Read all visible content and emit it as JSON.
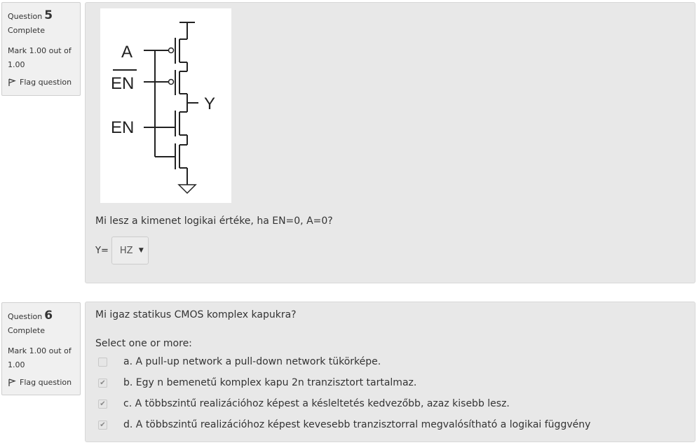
{
  "q5": {
    "label": "Question",
    "number": "5",
    "state": "Complete",
    "grade": "Mark 1.00 out of 1.00",
    "flag": "Flag question",
    "figure": {
      "a": "A",
      "en_bar": "EN",
      "en": "EN",
      "y": "Y"
    },
    "text": "Mi lesz a kimenet logikai értéke, ha EN=0, A=0?",
    "answer_prefix": "Y=",
    "select_value": "HZ"
  },
  "q6": {
    "label": "Question",
    "number": "6",
    "state": "Complete",
    "grade": "Mark 1.00 out of 1.00",
    "flag": "Flag question",
    "text": "Mi igaz statikus CMOS komplex kapukra?",
    "prompt": "Select one or more:",
    "options": [
      {
        "label": "a. A pull-up network a pull-down network tükörképe.",
        "checked": false
      },
      {
        "label": "b. Egy n bemenetű komplex kapu 2n tranzisztort tartalmaz.",
        "checked": true
      },
      {
        "label": "c. A többszintű realizációhoz képest a késleltetés kedvezőbb, azaz kisebb lesz.",
        "checked": true
      },
      {
        "label": "d. A többszintű realizációhoz képest kevesebb tranzisztorral megvalósítható a logikai függvény",
        "checked": true
      }
    ]
  }
}
